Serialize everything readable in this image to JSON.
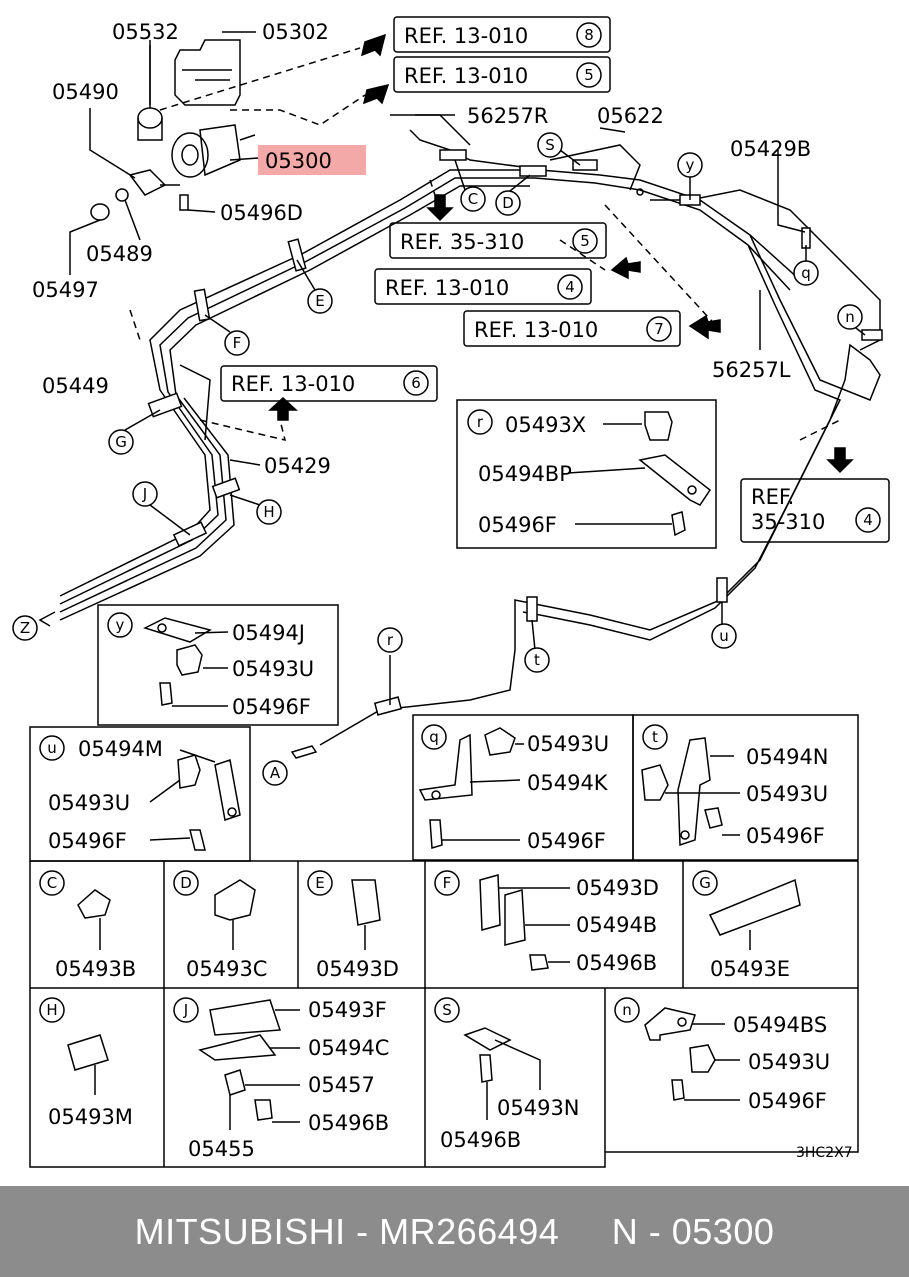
{
  "diagram": {
    "labels": {
      "p05532": "05532",
      "p05302": "05302",
      "p05490": "05490",
      "p05300": "05300",
      "p05496D": "05496D",
      "p05489": "05489",
      "p05497": "05497",
      "p56257R": "56257R",
      "p05622": "05622",
      "p05429B": "05429B",
      "p05449": "05449",
      "p05429": "05429",
      "p56257L": "56257L",
      "r05493X": "05493X",
      "r05494BP": "05494BP",
      "r05496F": "05496F",
      "y05494J": "05494J",
      "y05493U": "05493U",
      "y05496F": "05496F",
      "u05494M": "05494M",
      "u05493U": "05493U",
      "u05496F": "05496F",
      "q05493U": "05493U",
      "q05494K": "05494K",
      "q05496F": "05496F",
      "t05494N": "05494N",
      "t05493U": "05493U",
      "t05496F": "05496F",
      "c05493B": "05493B",
      "d05493C": "05493C",
      "e05493D": "05493D",
      "f05493D": "05493D",
      "f05494B": "05494B",
      "f05496B": "05496B",
      "g05493E": "05493E",
      "h05493M": "05493M",
      "j05493F": "05493F",
      "j05494C": "05494C",
      "j05457": "05457",
      "j05496B": "05496B",
      "j05455": "05455",
      "s05493N": "05493N",
      "s05496B": "05496B",
      "n05494BS": "05494BS",
      "n05493U": "05493U",
      "n05496F": "05496F",
      "code": "3HC2X7"
    },
    "refs": {
      "ref1": "REF. 13-010",
      "ref1n": "8",
      "ref2": "REF. 13-010",
      "ref2n": "5",
      "ref3": "REF. 35-310",
      "ref3n": "5",
      "ref4": "REF. 13-010",
      "ref4n": "4",
      "ref5": "REF. 13-010",
      "ref5n": "7",
      "ref6": "REF. 13-010",
      "ref6n": "6",
      "ref7a": "REF.",
      "ref7b": "35-310",
      "ref7n": "4"
    },
    "callouts": {
      "C": "C",
      "D": "D",
      "E": "E",
      "F": "F",
      "G": "G",
      "H": "H",
      "J": "J",
      "S": "S",
      "y": "y",
      "q": "q",
      "n": "n",
      "u": "u",
      "t": "t",
      "r": "r",
      "A": "A",
      "Z": "Z",
      "box_r": "r",
      "box_y": "y",
      "box_u": "u",
      "box_q": "q",
      "box_t": "t",
      "box_C": "C",
      "box_D": "D",
      "box_E": "E",
      "box_F": "F",
      "box_G": "G",
      "box_H": "H",
      "box_J": "J",
      "box_S": "S",
      "box_n": "n"
    }
  },
  "footer": {
    "brand": "MITSUBISHI",
    "sep1": " - ",
    "part_number": "MR266494",
    "gap": "     ",
    "ref": "N - 05300"
  },
  "colors": {
    "highlight": "#f4a9a9",
    "footer_bg": "#8c8c8c"
  }
}
